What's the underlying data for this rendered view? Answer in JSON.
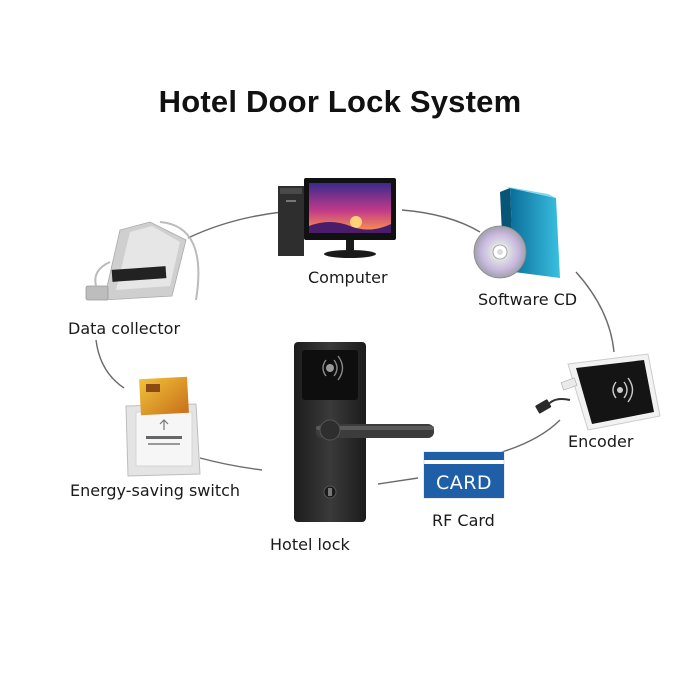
{
  "title": "Hotel Door Lock System",
  "components": {
    "computer": "Computer",
    "software_cd": "Software CD",
    "data_collector": "Data collector",
    "encoder": "Encoder",
    "energy_switch": "Energy-saving switch",
    "hotel_lock": "Hotel lock",
    "rf_card": "RF Card"
  },
  "card_face_text": "CARD",
  "colors": {
    "card_blue": "#1f5fa8",
    "ring": "#555555",
    "lock_body": "#2b2b2b",
    "screen_purple": "#6a2a9a"
  }
}
